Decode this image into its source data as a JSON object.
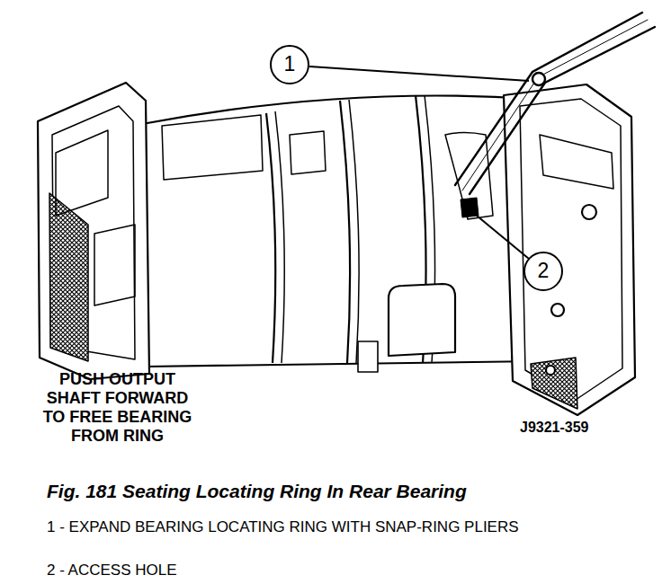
{
  "diagram": {
    "caption": "Fig. 181 Seating Locating Ring In Rear Bearing",
    "labels": [
      "1",
      "2",
      "PUSH OUTPUT SHAFT FORWARD TO FREE BEARING FROM RING",
      "J9321-359",
      "1 - EXPAND BEARING LOCATING RING WITH SNAP-RING PLIERS",
      "2 - ACCESS HOLE"
    ]
  }
}
